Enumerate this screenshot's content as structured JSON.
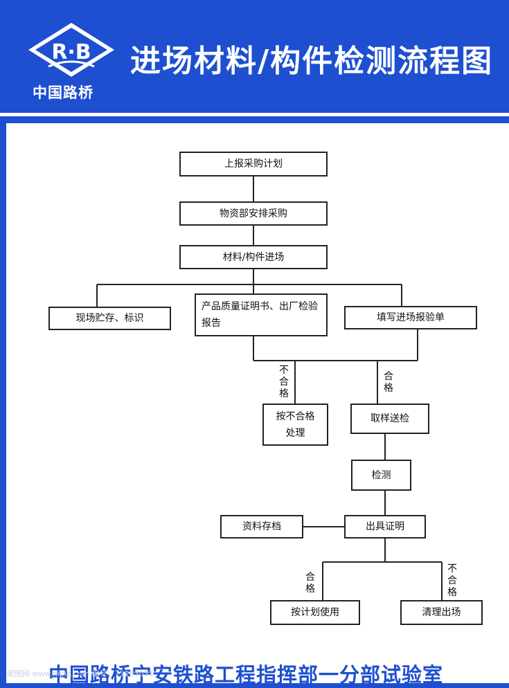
{
  "header": {
    "logo_letters": "R·B",
    "logo_name": "中国路桥",
    "title": "进场材料/构件检测流程图"
  },
  "flowchart": {
    "steps": {
      "report_plan": "上报采购计划",
      "arrange_purchase": "物资部安排采购",
      "materials_enter": "材料/构件进场",
      "store_label": "现场贮存、标识",
      "quality_cert": "产品质量证明书、出厂检验报告",
      "entry_form": "填写进场报验单",
      "unqualified_handle": "按不合格处理",
      "sample_send": "取样送检",
      "inspect": "检测",
      "issue_cert": "出具证明",
      "archive": "资料存档",
      "use_per_plan": "按计划使用",
      "clear_out": "清理出场"
    },
    "labels": {
      "unqualified_1": "不合格",
      "qualified_1": "合格",
      "qualified_2": "合格",
      "unqualified_2": "不合格"
    }
  },
  "footer": {
    "org": "中国路桥宁安铁路工程指挥部一分部试验室",
    "watermark": "昵图网 www.nipic.com  编号：15163051"
  },
  "colors": {
    "brand_blue": "#1d4fd0",
    "panel": "#ffffff",
    "line": "#222222"
  }
}
